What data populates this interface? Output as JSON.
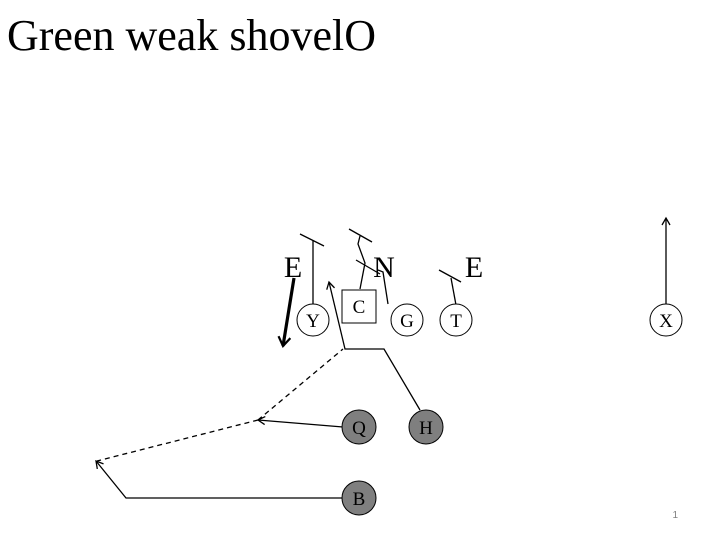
{
  "slide": {
    "title": "Green weak shovelO",
    "page_number": "1"
  },
  "defense": {
    "left_end": "E",
    "nose": "N",
    "right_end": "E"
  },
  "offense": {
    "center": "C",
    "y": "Y",
    "guard": "G",
    "tackle": "T",
    "x": "X",
    "quarterback": "Q",
    "h_back": "H",
    "b_back": "B"
  },
  "colors": {
    "offline_player_fill": "#ffffff",
    "backfield_player_fill": "#7f7f7f",
    "line": "#000000"
  }
}
